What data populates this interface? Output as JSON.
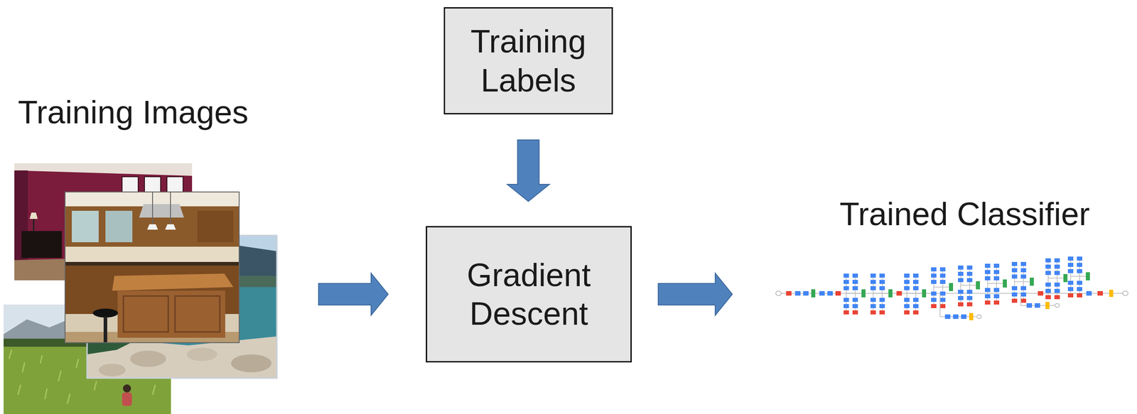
{
  "diagram": {
    "nodes": [
      {
        "text": [
          "Training Images"
        ]
      },
      {
        "text": [
          "Training Labels"
        ]
      },
      {
        "text": [
          "Gradient Descent"
        ]
      },
      {
        "text": [
          "Trained Classifier"
        ]
      }
    ],
    "edges": [
      {
        "from": 0,
        "to": 2,
        "arrow": "to"
      },
      {
        "from": 1,
        "to": 2,
        "arrow": "to"
      },
      {
        "from": 2,
        "to": 3,
        "arrow": "to"
      }
    ]
  }
}
